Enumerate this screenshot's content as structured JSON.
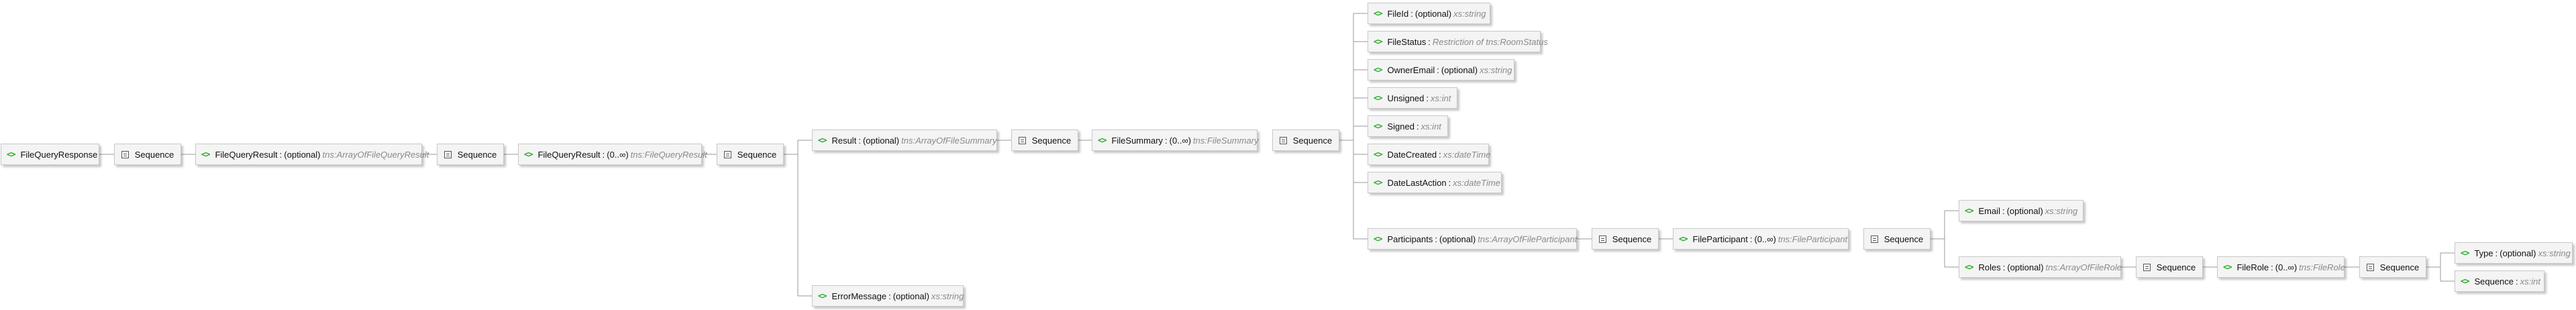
{
  "sequence_label": "Sequence",
  "nodes": {
    "root": {
      "name": "FileQueryResponse"
    },
    "fqr1": {
      "name": "FileQueryResult",
      "optional": "(optional)",
      "type": "tns:ArrayOfFileQueryResult"
    },
    "fqr2": {
      "name": "FileQueryResult",
      "cardinality": "(0..∞)",
      "type": "tns:FileQueryResult"
    },
    "result": {
      "name": "Result",
      "optional": "(optional)",
      "type": "tns:ArrayOfFileSummary"
    },
    "error": {
      "name": "ErrorMessage",
      "optional": "(optional)",
      "type": "xs:string"
    },
    "summary": {
      "name": "FileSummary",
      "cardinality": "(0..∞)",
      "type": "tns:FileSummary"
    },
    "fileid": {
      "name": "FileId",
      "optional": "(optional)",
      "type": "xs:string"
    },
    "filestatus": {
      "name": "FileStatus",
      "type": "Restriction of tns:RoomStatus"
    },
    "owneremail": {
      "name": "OwnerEmail",
      "optional": "(optional)",
      "type": "xs:string"
    },
    "unsigned": {
      "name": "Unsigned",
      "type": "xs:int"
    },
    "signed": {
      "name": "Signed",
      "type": "xs:int"
    },
    "datecreated": {
      "name": "DateCreated",
      "type": "xs:dateTime"
    },
    "datelast": {
      "name": "DateLastAction",
      "type": "xs:dateTime"
    },
    "participants": {
      "name": "Participants",
      "optional": "(optional)",
      "type": "tns:ArrayOfFileParticipant"
    },
    "participant": {
      "name": "FileParticipant",
      "cardinality": "(0..∞)",
      "type": "tns:FileParticipant"
    },
    "email": {
      "name": "Email",
      "optional": "(optional)",
      "type": "xs:string"
    },
    "roles": {
      "name": "Roles",
      "optional": "(optional)",
      "type": "tns:ArrayOfFileRole"
    },
    "filerole": {
      "name": "FileRole",
      "cardinality": "(0..∞)",
      "type": "tns:FileRole"
    },
    "type": {
      "name": "Type",
      "optional": "(optional)",
      "type": "xs:string"
    },
    "sequence_el": {
      "name": "Sequence",
      "type": "xs:int"
    }
  }
}
